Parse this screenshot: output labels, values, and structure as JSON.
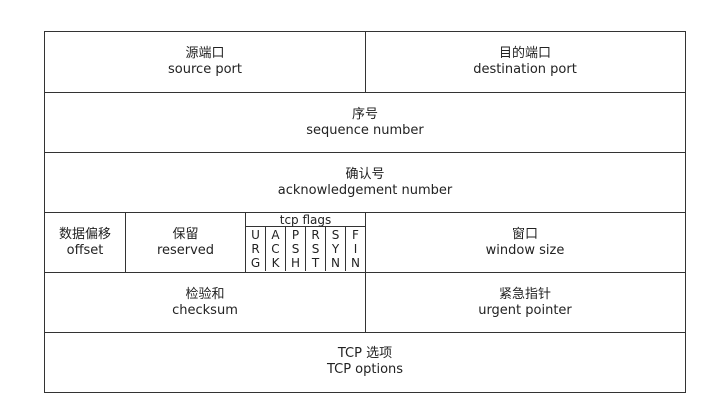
{
  "rows": [
    {
      "cells": [
        {
          "zh": "源端口",
          "en": "source port"
        },
        {
          "zh": "目的端口",
          "en": "destination port"
        }
      ]
    },
    {
      "cells": [
        {
          "zh": "序号",
          "en": "sequence number"
        }
      ]
    },
    {
      "cells": [
        {
          "zh": "确认号",
          "en": "acknowledgement number"
        }
      ]
    },
    {
      "cells": [
        {
          "zh": "数据偏移",
          "en": "offset"
        },
        {
          "zh": "保留",
          "en": "reserved"
        },
        {
          "zh": "窗口",
          "en": "window size"
        }
      ]
    },
    {
      "cells": [
        {
          "zh": "检验和",
          "en": "checksum"
        },
        {
          "zh": "紧急指针",
          "en": "urgent pointer"
        }
      ]
    },
    {
      "cells": [
        {
          "zh": "TCP 选项",
          "en": "TCP options"
        }
      ]
    }
  ],
  "flags": {
    "title": "tcp flags",
    "items": [
      [
        "U",
        "R",
        "G"
      ],
      [
        "A",
        "C",
        "K"
      ],
      [
        "P",
        "S",
        "H"
      ],
      [
        "R",
        "S",
        "T"
      ],
      [
        "S",
        "Y",
        "N"
      ],
      [
        "F",
        "I",
        "N"
      ]
    ]
  }
}
